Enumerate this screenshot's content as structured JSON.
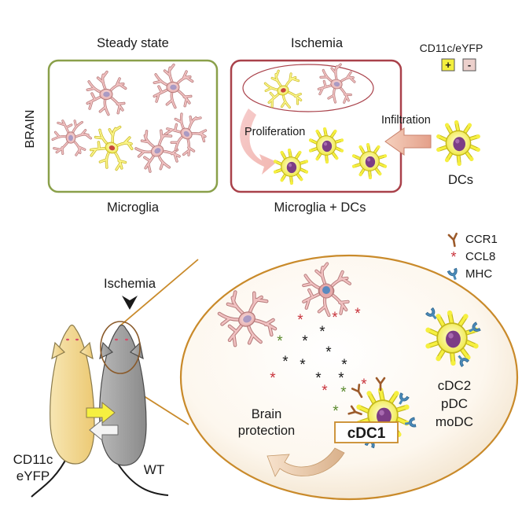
{
  "top": {
    "side_label": "BRAIN",
    "steady_title": "Steady state",
    "steady_caption": "Microglia",
    "ischemia_title": "Ischemia",
    "ischemia_caption": "Microglia + DCs",
    "proliferation": "Proliferation",
    "infiltration": "Infiltration",
    "dcs_label": "DCs",
    "legend_title": "CD11c/eYFP",
    "legend_pos": "+",
    "legend_neg": "-"
  },
  "bottom": {
    "ischemia_label": "Ischemia",
    "mouse_left_l1": "CD11c",
    "mouse_left_l2": "eYFP",
    "mouse_right": "WT",
    "legend": [
      {
        "label": "CCR1",
        "icon": "ccr1-receptor-icon"
      },
      {
        "label": "CCL8",
        "icon": "ccl8-asterisk-icon"
      },
      {
        "label": "MHC",
        "icon": "mhc-icon"
      }
    ],
    "brain_protection_l1": "Brain",
    "brain_protection_l2": "protection",
    "cdc1": "cDC1",
    "other_dcs": [
      "cDC2",
      "pDC",
      "moDC"
    ]
  },
  "colors": {
    "steady_border": "#8aa04a",
    "ischemia_border": "#a9414a",
    "microglia_pink": "#e8aaaa",
    "microglia_dark": "#c58585",
    "yfp_yellow": "#f3ef3e",
    "dc_nucleus": "#7c3d86",
    "ccl8_red": "#c8323a",
    "ccl8_green": "#5a8a2e",
    "ccr1_brown": "#9c5a2a",
    "mhc_blue": "#4a8ab8",
    "mouse_cd11c": "#f1d78e",
    "mouse_wt": "#9a9a9a",
    "zoom_line": "#c98a2a",
    "arrow_peach": "#f0c4a8"
  }
}
